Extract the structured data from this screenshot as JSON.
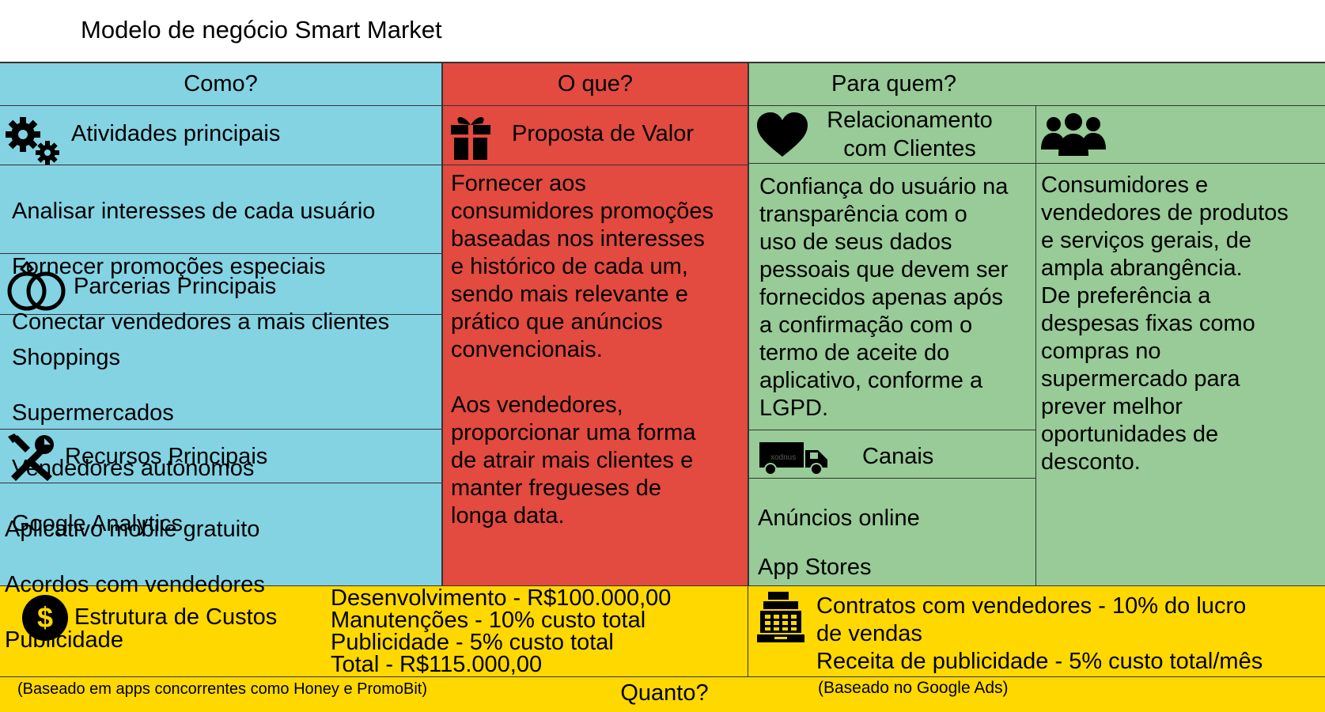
{
  "title": "Modelo de negócio Smart Market",
  "sections": {
    "how": "Como?",
    "what": "O que?",
    "who": "Para quem?",
    "how_much": "Quanto?"
  },
  "key_activities": {
    "title": "Atividades principais",
    "items": [
      "Analisar interesses de cada usuário",
      "Fornecer promoções especiais",
      "Conectar vendedores a mais clientes"
    ],
    "icon": "gears-icon"
  },
  "key_partners": {
    "title": "Parcerias Principais",
    "items": [
      "Shoppings",
      "Supermercados",
      "Vendedores autônomos",
      "Google Analytics"
    ],
    "icon": "rings-icon"
  },
  "key_resources": {
    "title": "Recursos Principais",
    "items": [
      "Aplicativo mobile gratuito",
      "Acordos com vendedores",
      "Publicidade"
    ],
    "icon": "tools-icon"
  },
  "value_proposition": {
    "title": "Proposta de Valor",
    "text": "Fornecer aos\nconsumidores promoções\nbaseadas nos interesses\ne histórico de cada um,\nsendo mais relevante e\nprático que anúncios\nconvencionais.\n\nAos vendedores,\nproporcionar uma forma\nde atrair mais clientes e\nmanter fregueses de\nlonga data.",
    "icon": "gift-icon"
  },
  "customer_relationships": {
    "title_line1": "Relacionamento",
    "title_line2": "com Clientes",
    "text": "Confiança do usuário na\ntransparência com o\nuso de seus dados\npessoais que devem ser\nfornecidos apenas após\na confirmação com o\ntermo de aceite do\naplicativo, conforme a\nLGPD.",
    "icon": "heart-icon"
  },
  "customer_segments": {
    "text": "Consumidores e\nvendedores de produtos\ne serviços gerais, de\nampla abrangência.\nDe preferência a\ndespesas fixas como\ncompras no\nsupermercado para\nprever melhor\noportunidades de\ndesconto.",
    "icon": "people-icon"
  },
  "channels": {
    "title": "Canais",
    "items": [
      "Anúncios online",
      "App Stores"
    ],
    "icon": "truck-icon",
    "truck_text": "xodnus"
  },
  "cost_structure": {
    "title": "Estrutura de Custos",
    "items": [
      "Desenvolvimento - R$100.000,00",
      "Manutenções - 10% custo total",
      "Publicidade - 5% custo total",
      "Total - R$115.000,00"
    ],
    "note": "(Baseado em apps concorrentes como Honey e PromoBit)",
    "icon": "dollar-icon"
  },
  "revenue_streams": {
    "line1": "Contratos com vendedores - 10% do lucro",
    "line2": "de vendas",
    "line3": "Receita de publicidade - 5% custo total/mês",
    "note": "(Baseado no Google Ads)",
    "icon": "cash-register-icon"
  },
  "colors": {
    "how": "#83d3e3",
    "what": "#e34a40",
    "who": "#98cb97",
    "how_much": "#ffd800"
  }
}
